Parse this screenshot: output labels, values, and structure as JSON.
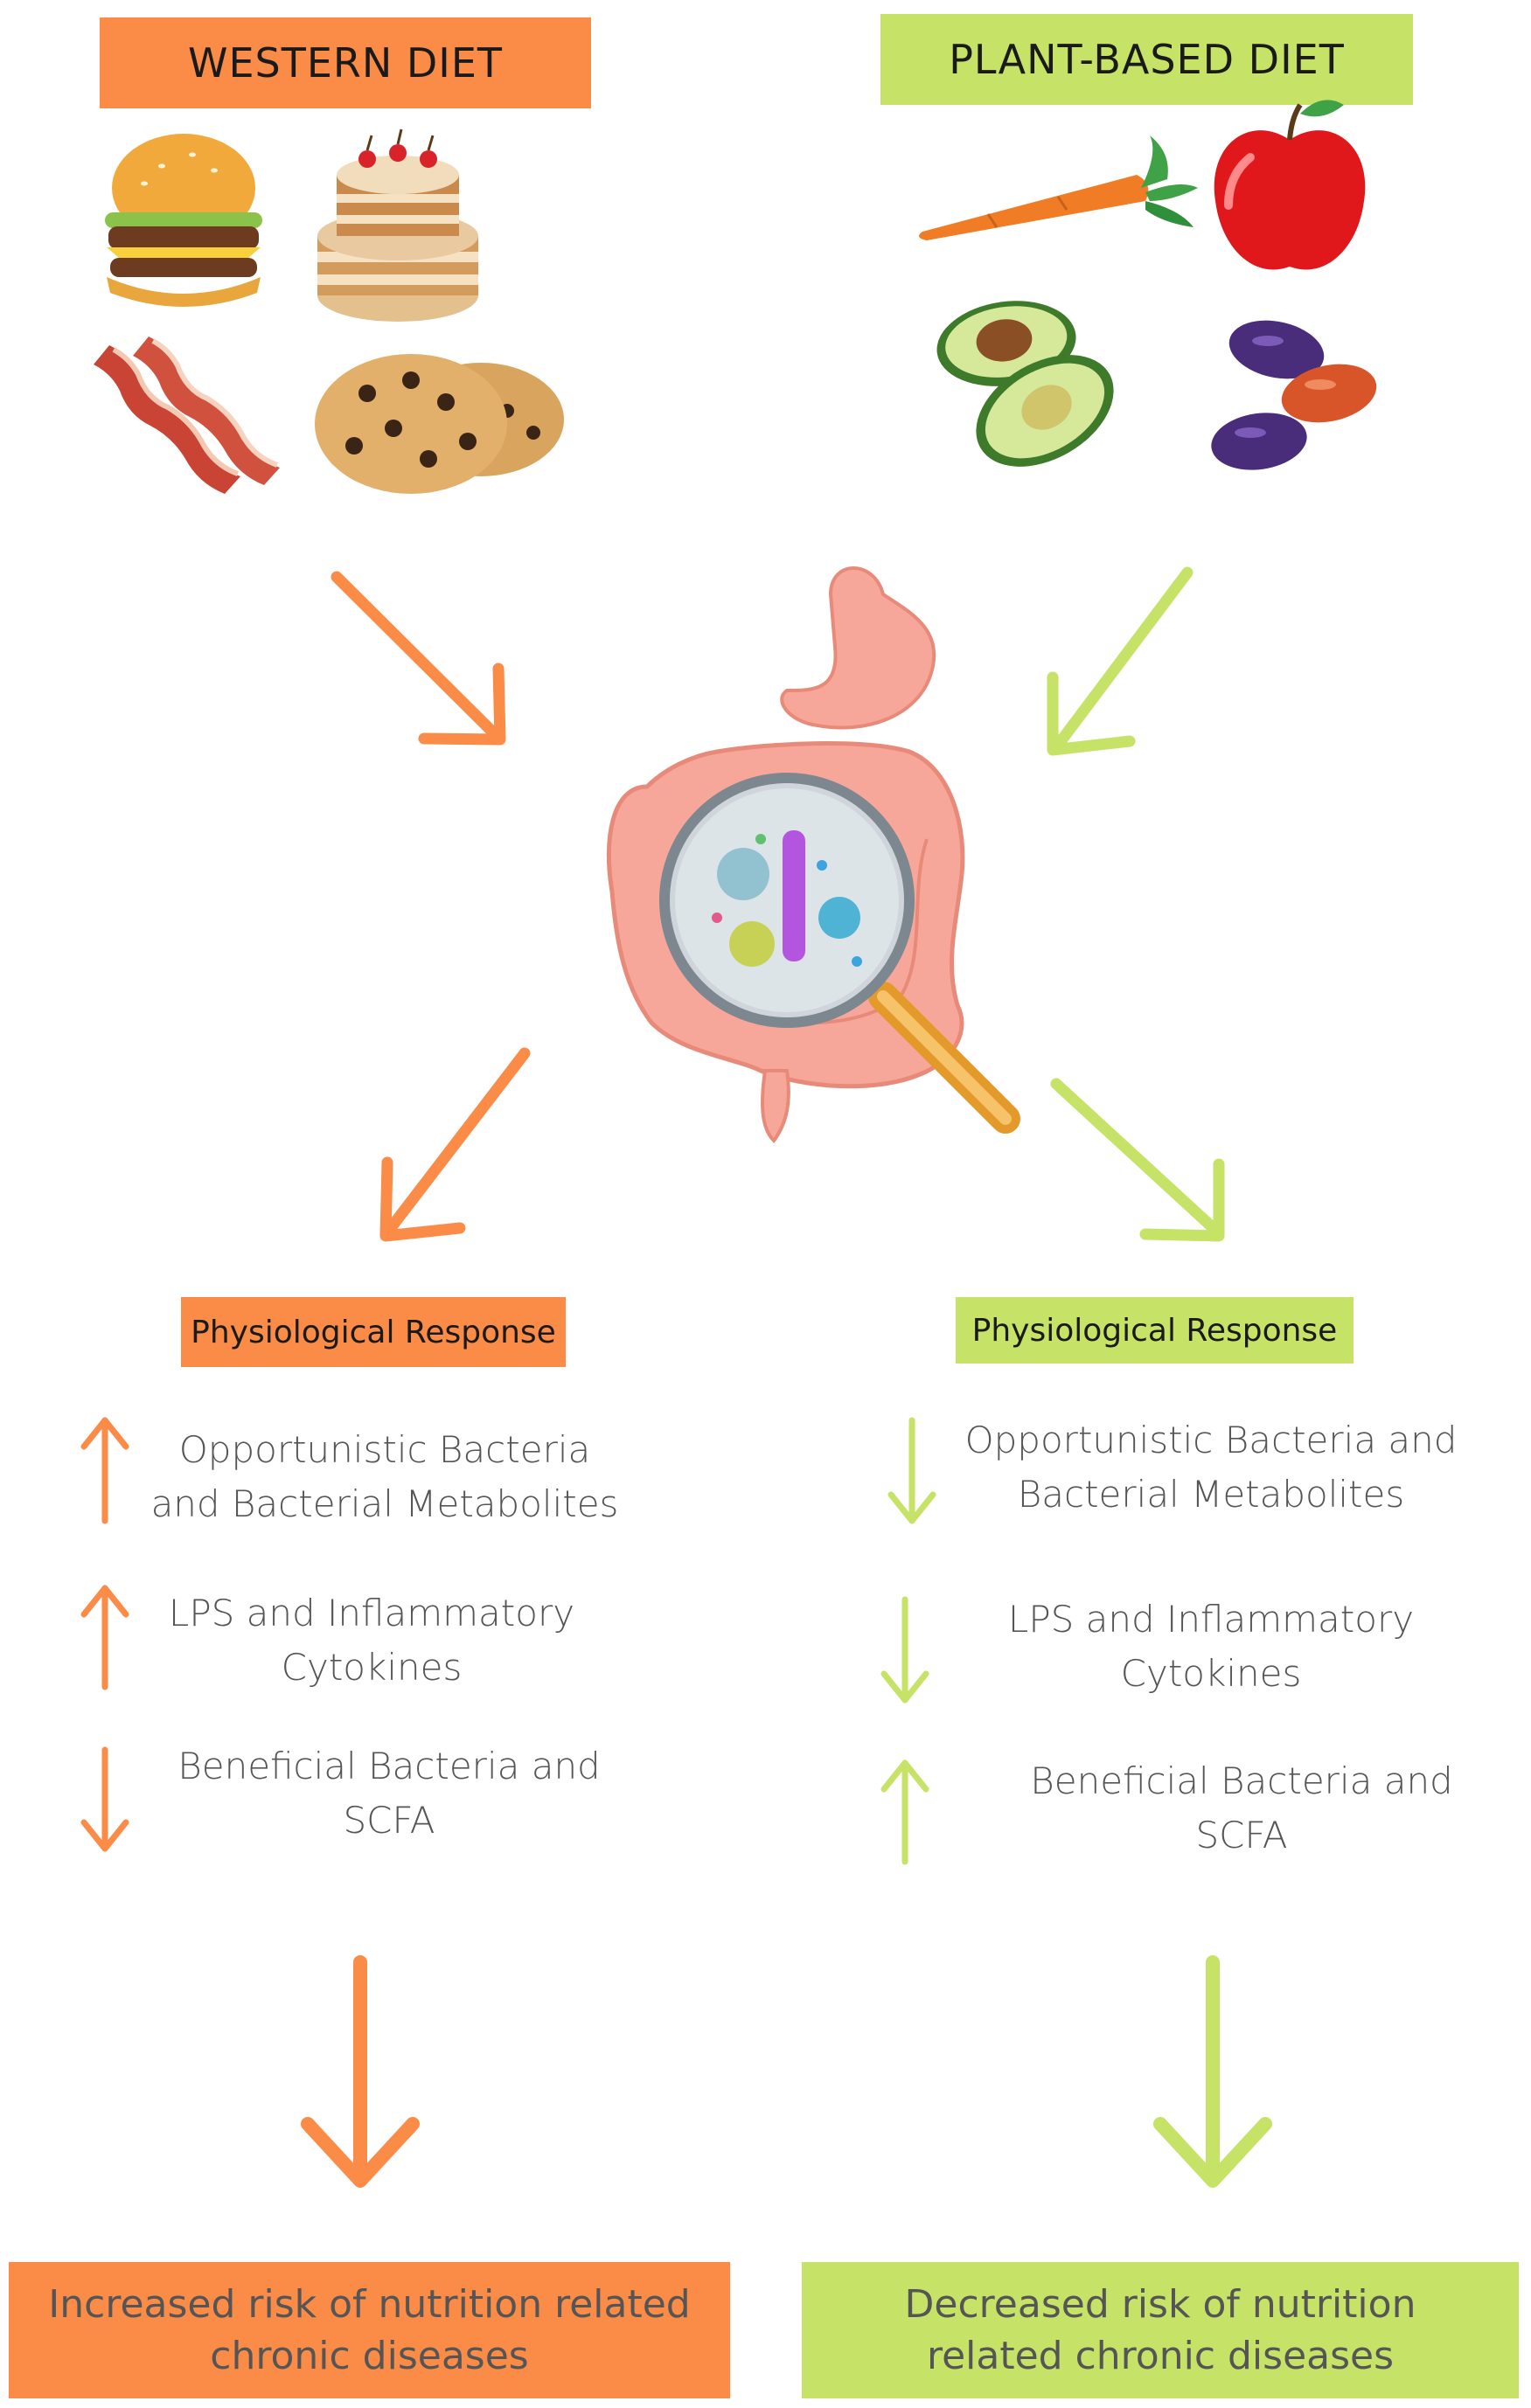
{
  "colors": {
    "western": "#fb8c48",
    "plant": "#c6e267",
    "text": "#555555"
  },
  "western": {
    "title": "WESTERN DIET",
    "foods": [
      "burger-icon",
      "cake-icon",
      "bacon-icon",
      "cookies-icon"
    ],
    "response_title": "Physiological Response",
    "effects": [
      {
        "direction": "up",
        "text": "Opportunistic Bacteria\nand Bacterial Metabolites"
      },
      {
        "direction": "up",
        "text": "LPS and Inflammatory\nCytokines"
      },
      {
        "direction": "down",
        "text": "Beneficial Bacteria and\nSCFA"
      }
    ],
    "outcome": "Increased risk of nutrition related chronic diseases"
  },
  "plant": {
    "title": "PLANT-BASED DIET",
    "foods": [
      "carrot-icon",
      "apple-icon",
      "avocado-icon",
      "beans-icon"
    ],
    "response_title": "Physiological Response",
    "effects": [
      {
        "direction": "down",
        "text": "Opportunistic Bacteria and\nBacterial Metabolites"
      },
      {
        "direction": "down",
        "text": "LPS and Inflammatory\nCytokines"
      },
      {
        "direction": "up",
        "text": "Beneficial Bacteria and\nSCFA"
      }
    ],
    "outcome": "Decreased risk of nutrition related chronic diseases"
  },
  "center": {
    "icon": "gut-microbiome-magnifier-icon"
  }
}
